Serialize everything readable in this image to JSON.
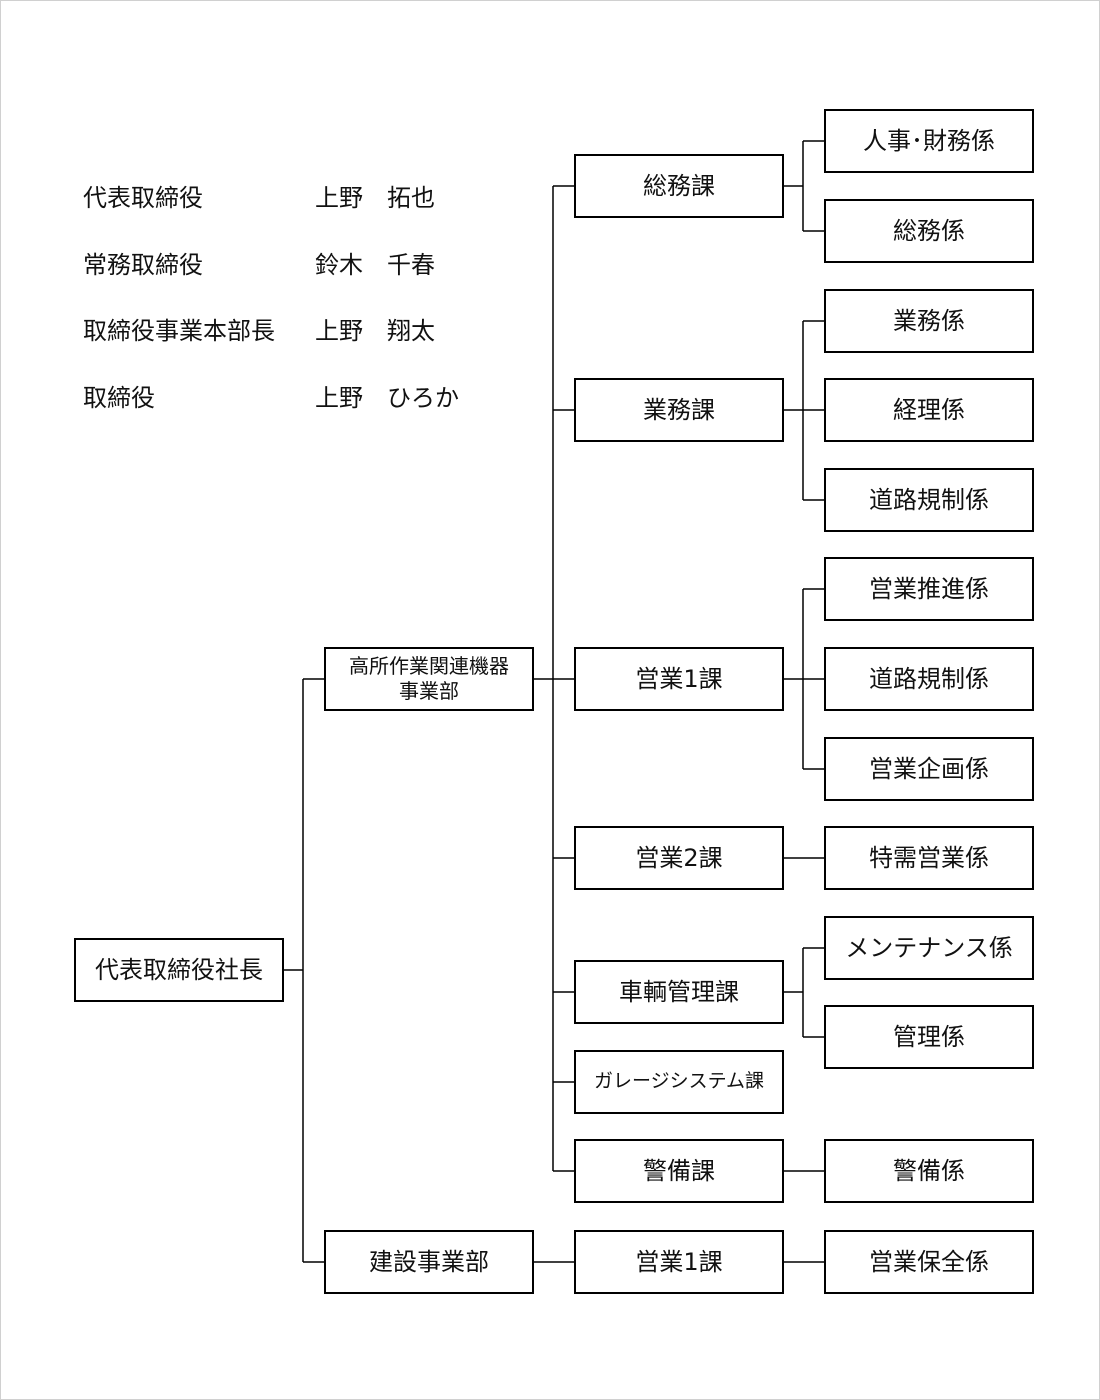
{
  "executives": [
    {
      "title": "代表取締役",
      "name": "上野　拓也"
    },
    {
      "title": "常務取締役",
      "name": "鈴木　千春"
    },
    {
      "title": "取締役事業本部長",
      "name": "上野　翔太"
    },
    {
      "title": "取締役",
      "name": "上野　ひろか"
    }
  ],
  "org": {
    "root": "代表取締役社長",
    "divisions": [
      {
        "name": "高所作業関連機器\n事業部",
        "sections": [
          {
            "name": "総務課",
            "units": [
              "人事･財務係",
              "総務係"
            ]
          },
          {
            "name": "業務課",
            "units": [
              "業務係",
              "経理係",
              "道路規制係"
            ]
          },
          {
            "name": "営業1課",
            "units": [
              "営業推進係",
              "道路規制係",
              "営業企画係"
            ]
          },
          {
            "name": "営業2課",
            "units": [
              "特需営業係"
            ]
          },
          {
            "name": "車輌管理課",
            "units": [
              "メンテナンス係",
              "管理係"
            ]
          },
          {
            "name": "ガレージシステム課",
            "units": []
          },
          {
            "name": "警備課",
            "units": [
              "警備係"
            ]
          }
        ]
      },
      {
        "name": "建設事業部",
        "sections": [
          {
            "name": "営業1課",
            "units": [
              "営業保全係"
            ]
          }
        ]
      }
    ]
  }
}
